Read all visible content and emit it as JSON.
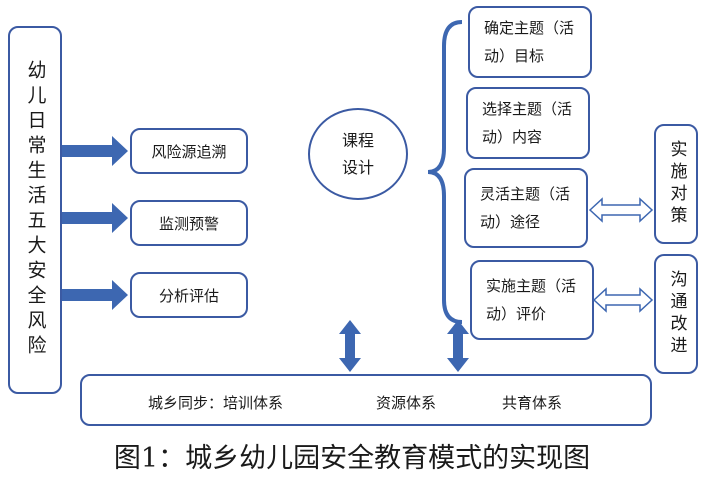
{
  "left_panel": {
    "label": "幼儿日常生活五大安全风险"
  },
  "risk_steps": [
    "风险源追溯",
    "监测预警",
    "分析评估"
  ],
  "center": {
    "line1": "课程",
    "line2": "设计"
  },
  "themes": [
    {
      "line1": "确定主题（活",
      "line2": "动）目标"
    },
    {
      "line1": "选择主题（活",
      "line2": "动）内容"
    },
    {
      "line1": "灵活主题（活",
      "line2": "动）途径"
    },
    {
      "line1": "实施主题（活",
      "line2": "动）评价"
    }
  ],
  "right_boxes": [
    "实施对策",
    "沟通改进"
  ],
  "bottom": {
    "label": "城乡同步：培训体系",
    "item2": "资源体系",
    "item3": "共育体系"
  },
  "caption": "图1：城乡幼儿园安全教育模式的实现图",
  "colors": {
    "border": "#3b5aa3",
    "arrow": "#3d67b1"
  }
}
